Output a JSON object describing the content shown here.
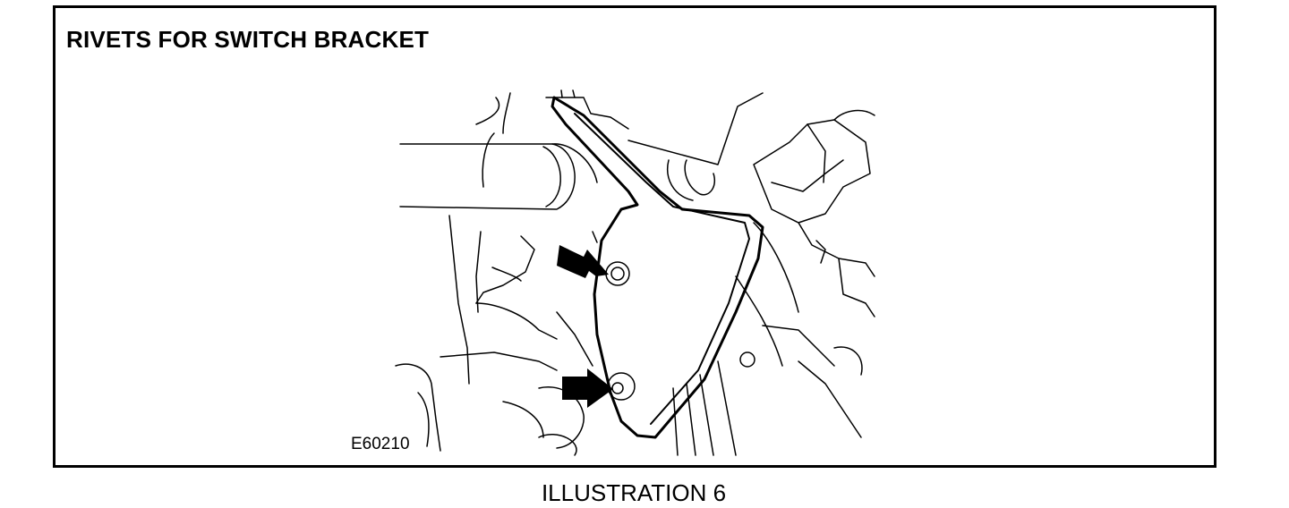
{
  "figure": {
    "title": "RIVETS FOR SWITCH BRACKET",
    "ref_code": "E60210"
  },
  "caption": "ILLUSTRATION 6"
}
